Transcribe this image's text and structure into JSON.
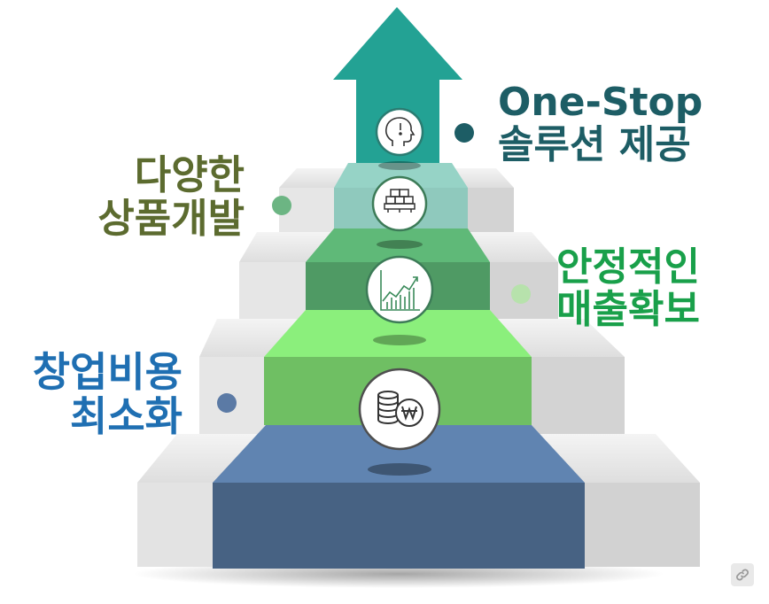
{
  "colors": {
    "step1": "#476283",
    "step2": "#6fbf63",
    "step3": "#4f9a64",
    "step4": "#8fc9bd",
    "arrow": "#23a294",
    "stone": "#dcdcdc",
    "stone_dark": "#bdbdbd"
  },
  "labels": [
    {
      "id": "startup-cost",
      "lines": [
        "창업비용",
        "최소화"
      ],
      "color": "#1f6fb2",
      "dot_color": "#5b7aa5"
    },
    {
      "id": "stable-sales",
      "lines": [
        "안정적인",
        "매출확보"
      ],
      "color": "#19a04a",
      "dot_color": "#b7e2ac"
    },
    {
      "id": "product-dev",
      "lines": [
        "다양한",
        "상품개발"
      ],
      "color": "#5c6b2f",
      "dot_color": "#6cb583"
    },
    {
      "id": "one-stop",
      "lines": [
        "One-Stop",
        "솔루션 제공"
      ],
      "color": "#1d5d65",
      "dot_color": "#1d5d65"
    }
  ],
  "icons": [
    {
      "step": 1,
      "name": "coins-won-icon"
    },
    {
      "step": 2,
      "name": "growth-chart-icon"
    },
    {
      "step": 3,
      "name": "product-boxes-icon"
    },
    {
      "step": 4,
      "name": "idea-head-icon"
    }
  ],
  "link_icon": "link-icon"
}
